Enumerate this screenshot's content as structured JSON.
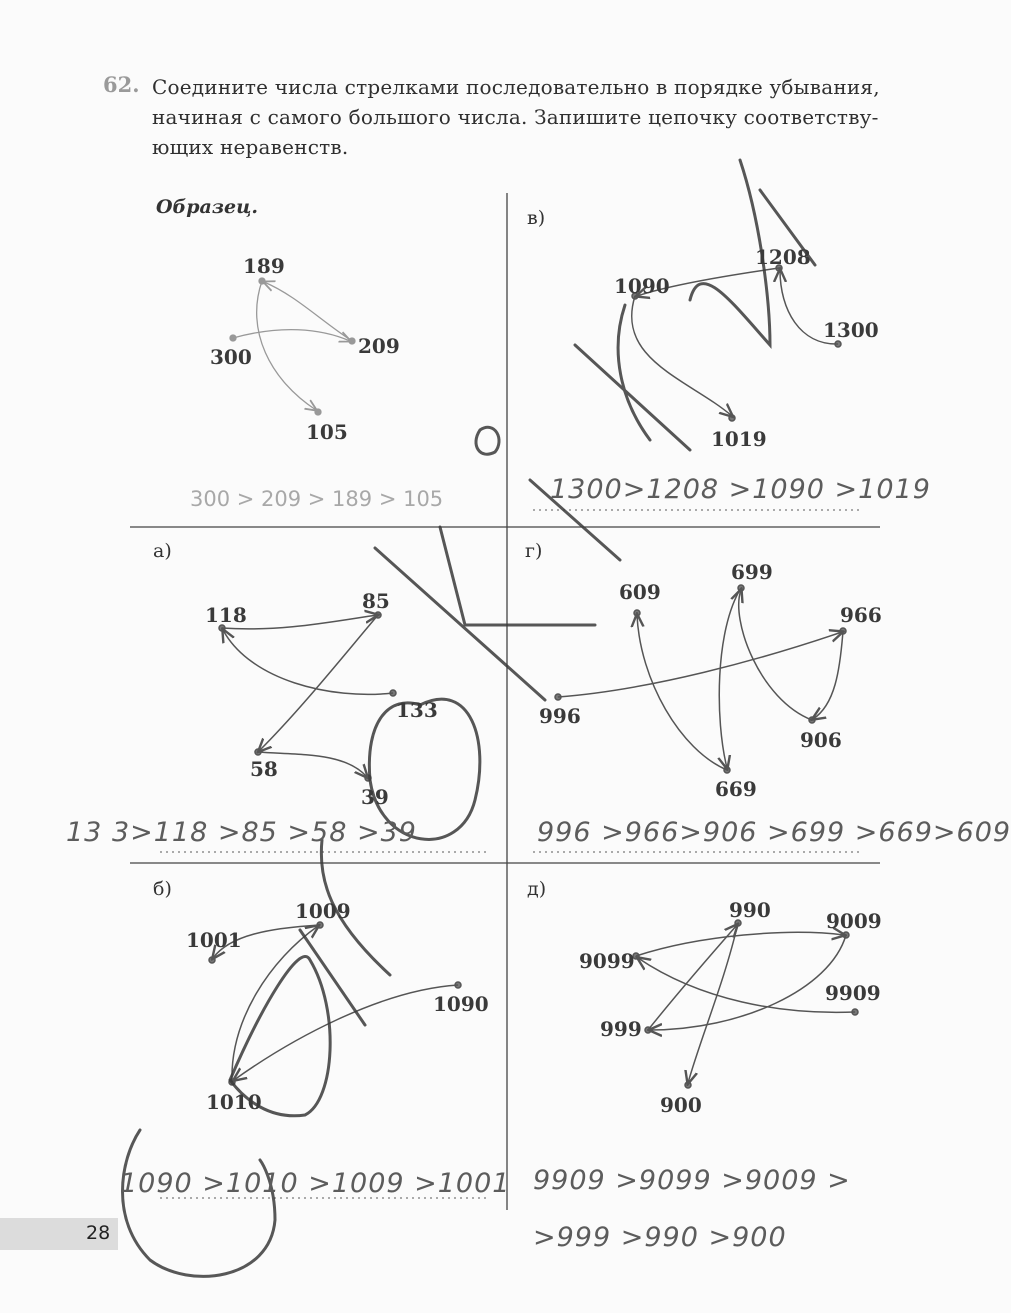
{
  "exercise": {
    "number": "62.",
    "lines": [
      "Соедините числа стрелками последовательно в порядке убывания,",
      "начиная с самого большого числа. Запишите цепочку соответству-",
      "ющих неравенств."
    ]
  },
  "sample": {
    "label": "Образец.",
    "numbers": {
      "n189": "189",
      "n300": "300",
      "n209": "209",
      "n105": "105"
    },
    "answer": "300 > 209 > 189 > 105"
  },
  "parts": {
    "a": {
      "label": "а)",
      "numbers": {
        "n118": "118",
        "n85": "85",
        "n133": "133",
        "n58": "58",
        "n39": "39"
      },
      "handwritten": "13 3>118 >85 >58 >39"
    },
    "b": {
      "label": "б)",
      "numbers": {
        "n1009": "1009",
        "n1001": "1001",
        "n1090": "1090",
        "n1010": "1010"
      },
      "handwritten": "1090 >1010 >1009 >1001"
    },
    "v": {
      "label": "в)",
      "numbers": {
        "n1208": "1208",
        "n1090": "1090",
        "n1300": "1300",
        "n1019": "1019"
      },
      "handwritten": "1300>1208 >1090 >1019"
    },
    "g": {
      "label": "г)",
      "numbers": {
        "n609": "609",
        "n699": "699",
        "n966": "966",
        "n996": "996",
        "n906": "906",
        "n669": "669"
      },
      "handwritten": "996 >966>906 >699 >669>609"
    },
    "d": {
      "label": "д)",
      "numbers": {
        "n990": "990",
        "n9009": "9009",
        "n9099": "9099",
        "n9909": "9909",
        "n999": "999",
        "n900": "900"
      },
      "handwritten_1": "9909 >9099 >9009 >",
      "handwritten_2": ">999 >990 >900"
    }
  },
  "page_number": "28"
}
